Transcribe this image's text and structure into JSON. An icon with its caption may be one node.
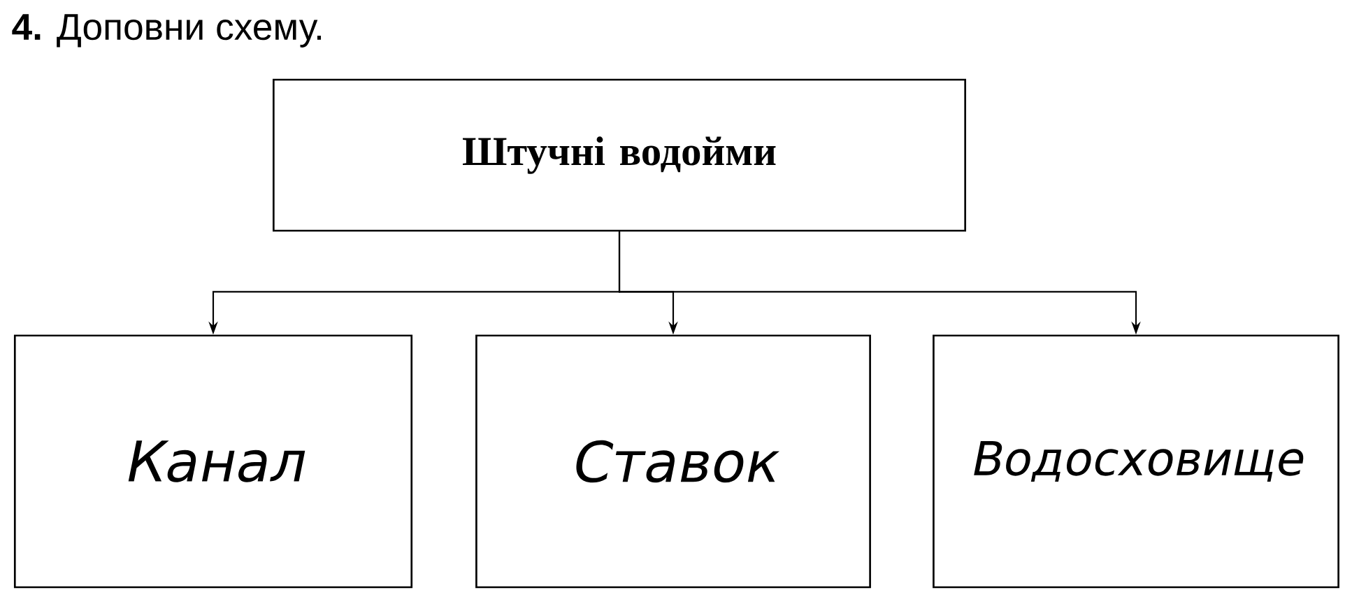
{
  "diagram": {
    "title": "**4.** Доповни схему.",
    "nodes": [
      {
        "text": [
          "Штучні водойми"
        ]
      },
      {
        "text": [
          "Канал"
        ]
      },
      {
        "text": [
          "Ставок"
        ]
      },
      {
        "text": [
          "Водосховище"
        ]
      }
    ],
    "edges": [
      {
        "from": 0,
        "to": 1,
        "arrow": "to"
      },
      {
        "from": 0,
        "to": 2,
        "arrow": "to"
      },
      {
        "from": 0,
        "to": 3,
        "arrow": "to"
      }
    ]
  }
}
